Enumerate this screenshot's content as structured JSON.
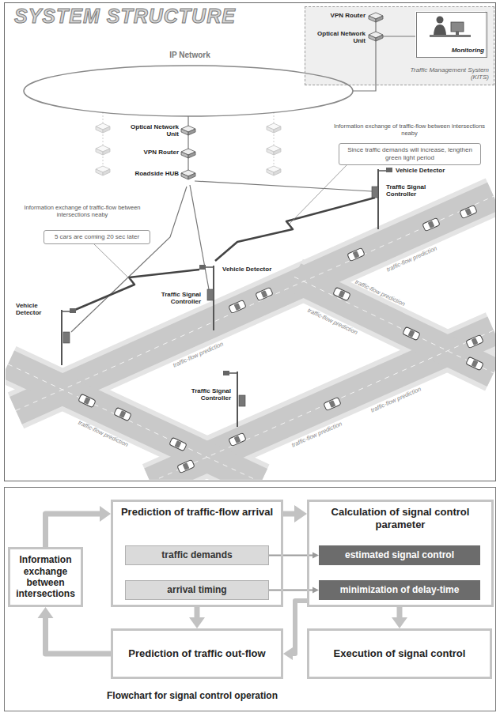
{
  "diagram": {
    "title": "SYSTEM STRUCTURE",
    "caption": "Flowchart for signal control operation",
    "nodes": [
      {
        "text": [
          "Traffic Management System (KITS)"
        ]
      },
      {
        "text": [
          "Monitoring"
        ],
        "in": 0
      },
      {
        "text": [
          "Since traffic demands will increase, lengthen green light period"
        ]
      },
      {
        "text": [
          "5 cars are coming 20 sec later"
        ]
      },
      {
        "text": [
          "Information exchange between intersections"
        ]
      },
      {
        "text": [
          "Prediction of traffic-flow arrival"
        ]
      },
      {
        "text": [
          "traffic demands"
        ],
        "in": 5
      },
      {
        "text": [
          "arrival timing"
        ],
        "in": 5
      },
      {
        "text": [
          "Calculation of signal control parameter"
        ]
      },
      {
        "text": [
          "estimated signal control"
        ],
        "in": 8
      },
      {
        "text": [
          "minimization of delay-time"
        ],
        "in": 8
      },
      {
        "text": [
          "Prediction of traffic out-flow"
        ]
      },
      {
        "text": [
          "Execution of signal control"
        ]
      }
    ],
    "edges": [
      {
        "from": 4,
        "to": 5,
        "arrow": "to"
      },
      {
        "from": 5,
        "to": 8,
        "arrow": "to"
      },
      {
        "from": 6,
        "to": 9,
        "arrow": "to"
      },
      {
        "from": 7,
        "to": 10,
        "arrow": "to"
      },
      {
        "from": 5,
        "to": 11,
        "arrow": "to"
      },
      {
        "from": 8,
        "to": 11,
        "arrow": "to"
      },
      {
        "from": 8,
        "to": 12,
        "arrow": "to"
      },
      {
        "from": 11,
        "to": 4,
        "arrow": "to"
      }
    ],
    "labels": [
      "VPN Router",
      "Optical Network Unit",
      "IP Network",
      "Optical Network Unit",
      "VPN Router",
      "Roadside HUB",
      "Information exchange of traffic-flow between intersections neaby",
      "Information exchange of traffic-flow between intersections neaby",
      "Vehicle Detector",
      "Traffic Signal Controller",
      "Vehicle Detector",
      "Traffic Signal Controller",
      "Vehicle Detector",
      "Traffic Signal Controller",
      "traffic-flow prediction",
      "traffic-flow prediction",
      "traffic-flow prediction",
      "traffic-flow prediction",
      "traffic-flow prediction",
      "traffic-flow prediction",
      "traffic-flow prediction"
    ]
  }
}
